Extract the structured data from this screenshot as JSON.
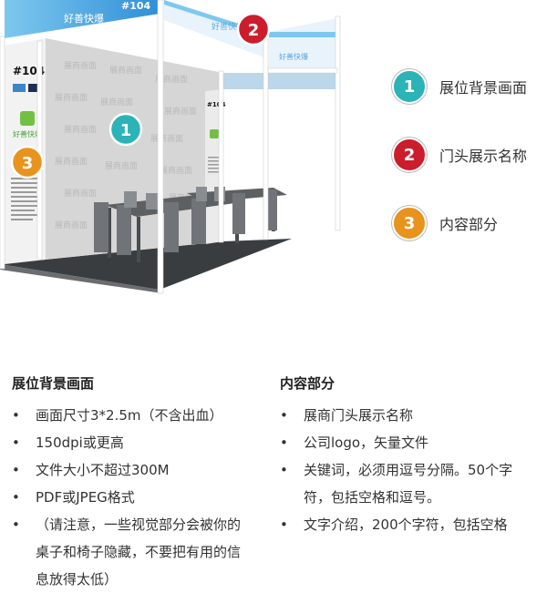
{
  "booth": {
    "brand_text": "好善快爆",
    "booth_number": "#104",
    "pattern_text": "展商画面",
    "logo_text": "好善快爆",
    "badges": {
      "b1": {
        "number": "1",
        "color": "#2bb3b8"
      },
      "b2": {
        "number": "2",
        "color": "#cc1d2c"
      },
      "b3": {
        "number": "3",
        "color": "#e8931e"
      }
    }
  },
  "legend": [
    {
      "number": "1",
      "label": "展位背景画面",
      "color": "#2bb3b8"
    },
    {
      "number": "2",
      "label": "门头展示名称",
      "color": "#cc1d2c"
    },
    {
      "number": "3",
      "label": "内容部分",
      "color": "#e8931e"
    }
  ],
  "sections": {
    "left": {
      "title": "展位背景画面",
      "items": [
        "画面尺寸3*2.5m（不含出血）",
        "150dpi或更高",
        "文件大小不超过300M",
        "PDF或JPEG格式",
        "（请注意，一些视觉部分会被你的桌子和椅子隐藏，不要把有用的信息放得太低）"
      ]
    },
    "right": {
      "title": "内容部分",
      "items": [
        "展商门头展示名称",
        "公司logo，矢量文件",
        "关键词，必须用逗号分隔。50个字符，包括空格和逗号。",
        "文字介绍，200个字符，包括空格"
      ]
    }
  }
}
